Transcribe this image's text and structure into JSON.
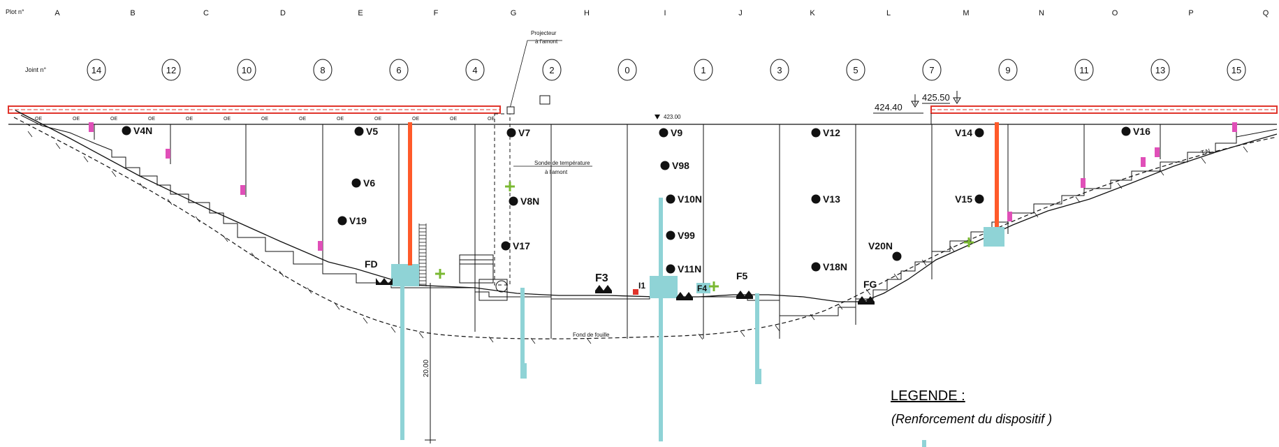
{
  "header": {
    "plot_label": "Plot n°",
    "joint_label": "Joint n°"
  },
  "plots": [
    "A",
    "B",
    "C",
    "D",
    "E",
    "F",
    "G",
    "H",
    "I",
    "J",
    "K",
    "L",
    "M",
    "N",
    "O",
    "P",
    "Q"
  ],
  "joints": [
    "14",
    "12",
    "10",
    "8",
    "6",
    "4",
    "2",
    "0",
    "1",
    "3",
    "5",
    "7",
    "9",
    "11",
    "13",
    "15"
  ],
  "elevations": [
    "424.40",
    "425.50",
    "423.00"
  ],
  "annotations": {
    "projecteur": [
      "Projecteur",
      "à l'amont"
    ],
    "sonde": [
      "Sonde de température",
      "à l'amont"
    ],
    "tn": "T.N.",
    "fond": "Fond de fouille",
    "dim": "20.00",
    "oe": "OE"
  },
  "points": [
    {
      "label": "V4N"
    },
    {
      "label": "V5"
    },
    {
      "label": "V6"
    },
    {
      "label": "V19"
    },
    {
      "label": "V7"
    },
    {
      "label": "V8N"
    },
    {
      "label": "V17"
    },
    {
      "label": "V9"
    },
    {
      "label": "V98"
    },
    {
      "label": "V10N"
    },
    {
      "label": "V99"
    },
    {
      "label": "V11N"
    },
    {
      "label": "V12"
    },
    {
      "label": "V13"
    },
    {
      "label": "V18N"
    },
    {
      "label": "V20N"
    },
    {
      "label": "V14"
    },
    {
      "label": "V15"
    },
    {
      "label": "V16"
    }
  ],
  "stations": {
    "fd": "FD",
    "f3": "F3",
    "f4": "F4",
    "f5": "F5",
    "fg": "FG",
    "i1": "I1"
  },
  "legend": {
    "title": "LEGENDE :",
    "subtitle": "(Renforcement du dispositif )"
  },
  "colors": {
    "rail": "#e0342b",
    "teal": "#8fd3d6",
    "magenta": "#e04fb8",
    "green": "#7ab832",
    "red": "#ff5a2a",
    "ink": "#111111"
  }
}
